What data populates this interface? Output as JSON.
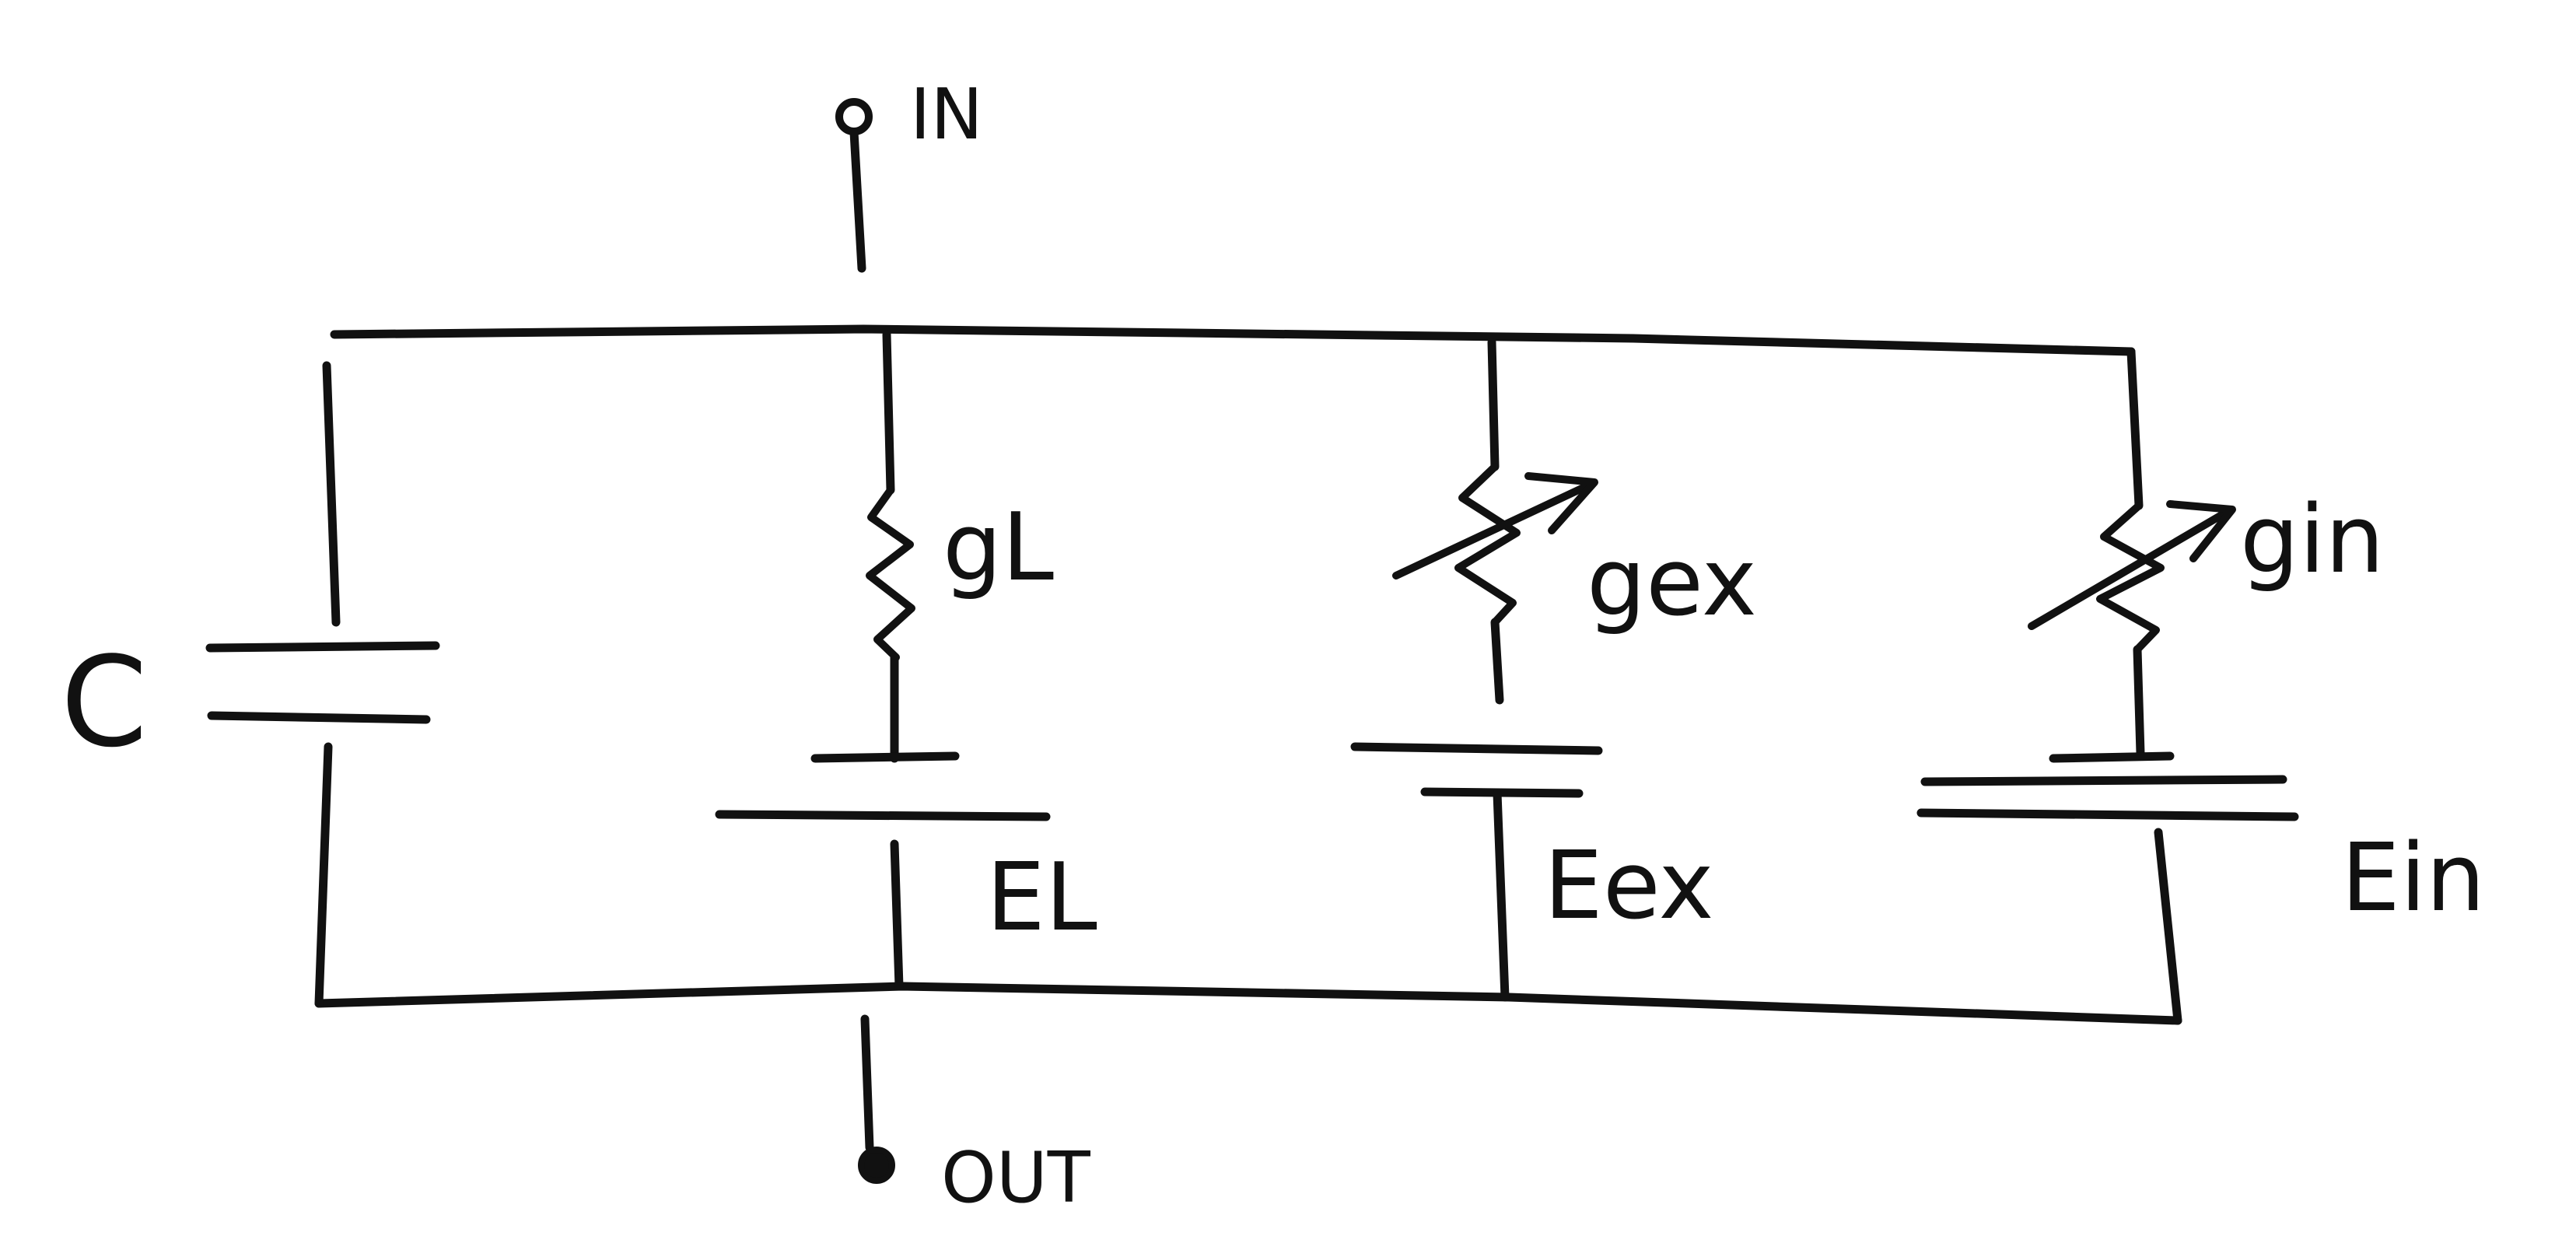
{
  "diagram": {
    "terminals": {
      "input": "IN",
      "output": "OUT"
    },
    "branches": {
      "capacitor": {
        "label": "C"
      },
      "leak": {
        "conductance": "gL",
        "reversal": "EL"
      },
      "excitatory": {
        "conductance": "gex",
        "reversal": "Eex"
      },
      "inhibitory": {
        "conductance": "gin",
        "reversal": "Ein"
      }
    }
  }
}
